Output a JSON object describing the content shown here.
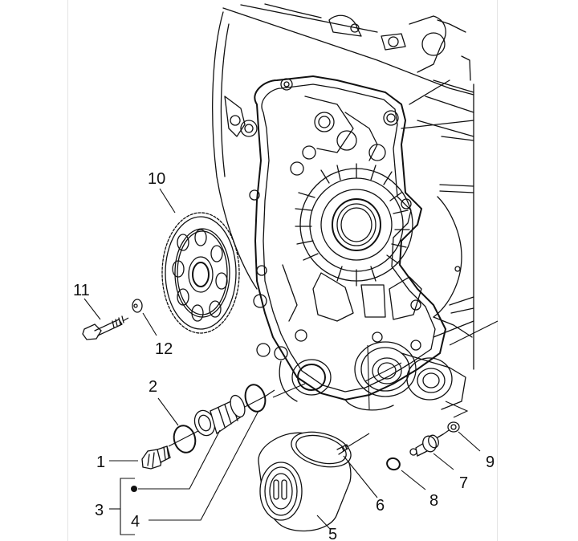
{
  "diagram": {
    "type": "exploded-parts-diagram",
    "subject": "engine crankcase cover with oil filter, strainer, sprocket and sensor",
    "callouts": [
      {
        "id": "1",
        "label": "1",
        "part": "drain plug"
      },
      {
        "id": "2",
        "label": "2",
        "part": "o-ring"
      },
      {
        "id": "3",
        "label": "3",
        "part": "strainer kit (bracket group)"
      },
      {
        "id": "3a",
        "label": "",
        "part": "strainer (bullet marker)"
      },
      {
        "id": "4",
        "label": "4",
        "part": "o-ring"
      },
      {
        "id": "5",
        "label": "5",
        "part": "oil filter cartridge"
      },
      {
        "id": "6",
        "label": "6",
        "part": "stud"
      },
      {
        "id": "7",
        "label": "7",
        "part": "oil pressure sensor"
      },
      {
        "id": "8",
        "label": "8",
        "part": "clip"
      },
      {
        "id": "9",
        "label": "9",
        "part": "washer"
      },
      {
        "id": "10",
        "label": "10",
        "part": "sprocket"
      },
      {
        "id": "11",
        "label": "11",
        "part": "bolt"
      },
      {
        "id": "12",
        "label": "12",
        "part": "washer"
      }
    ]
  }
}
